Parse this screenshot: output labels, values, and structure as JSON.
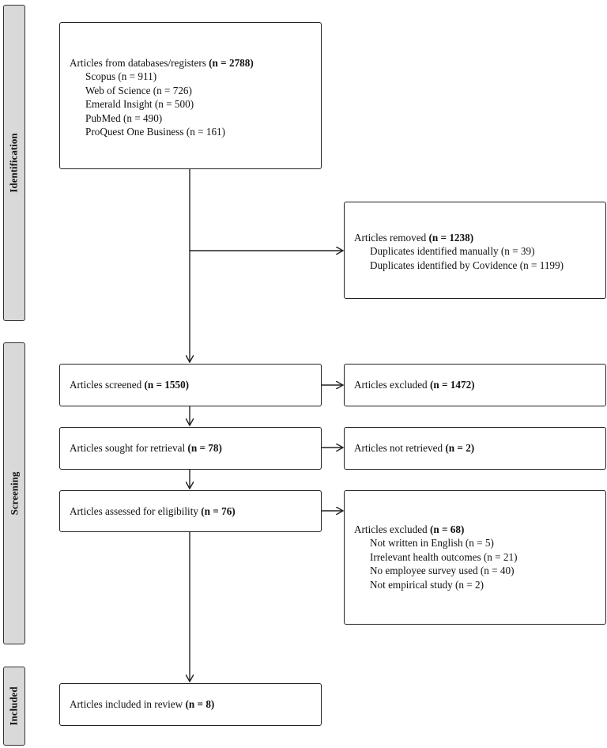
{
  "phases": {
    "identification": "Identification",
    "screening": "Screening",
    "included": "Included"
  },
  "boxes": {
    "databases": {
      "label": "Articles from databases/registers",
      "count": "(n = 2788)",
      "items": [
        "Scopus (n = 911)",
        "Web of Science (n = 726)",
        "Emerald Insight (n = 500)",
        "PubMed (n = 490)",
        "ProQuest One Business (n = 161)"
      ]
    },
    "removed": {
      "label": "Articles removed",
      "count": "(n = 1238)",
      "items": [
        "Duplicates identified manually (n = 39)",
        "Duplicates identified by Covidence (n = 1199)"
      ]
    },
    "screened": {
      "label": "Articles screened",
      "count": "(n = 1550)"
    },
    "excluded_screening": {
      "label": "Articles excluded",
      "count": "(n = 1472)"
    },
    "sought": {
      "label": "Articles sought for retrieval",
      "count": "(n = 78)"
    },
    "not_retrieved": {
      "label": "Articles not retrieved",
      "count": "(n = 2)"
    },
    "assessed": {
      "label": "Articles assessed for eligibility",
      "count": "(n = 76)"
    },
    "excluded_eligibility": {
      "label": "Articles excluded",
      "count": "(n = 68)",
      "items": [
        "Not written in English (n = 5)",
        "Irrelevant health outcomes (n = 21)",
        "No employee survey used (n = 40)",
        "Not empirical study (n = 2)"
      ]
    },
    "included": {
      "label": "Articles included in review",
      "count": "(n = 8)"
    }
  }
}
